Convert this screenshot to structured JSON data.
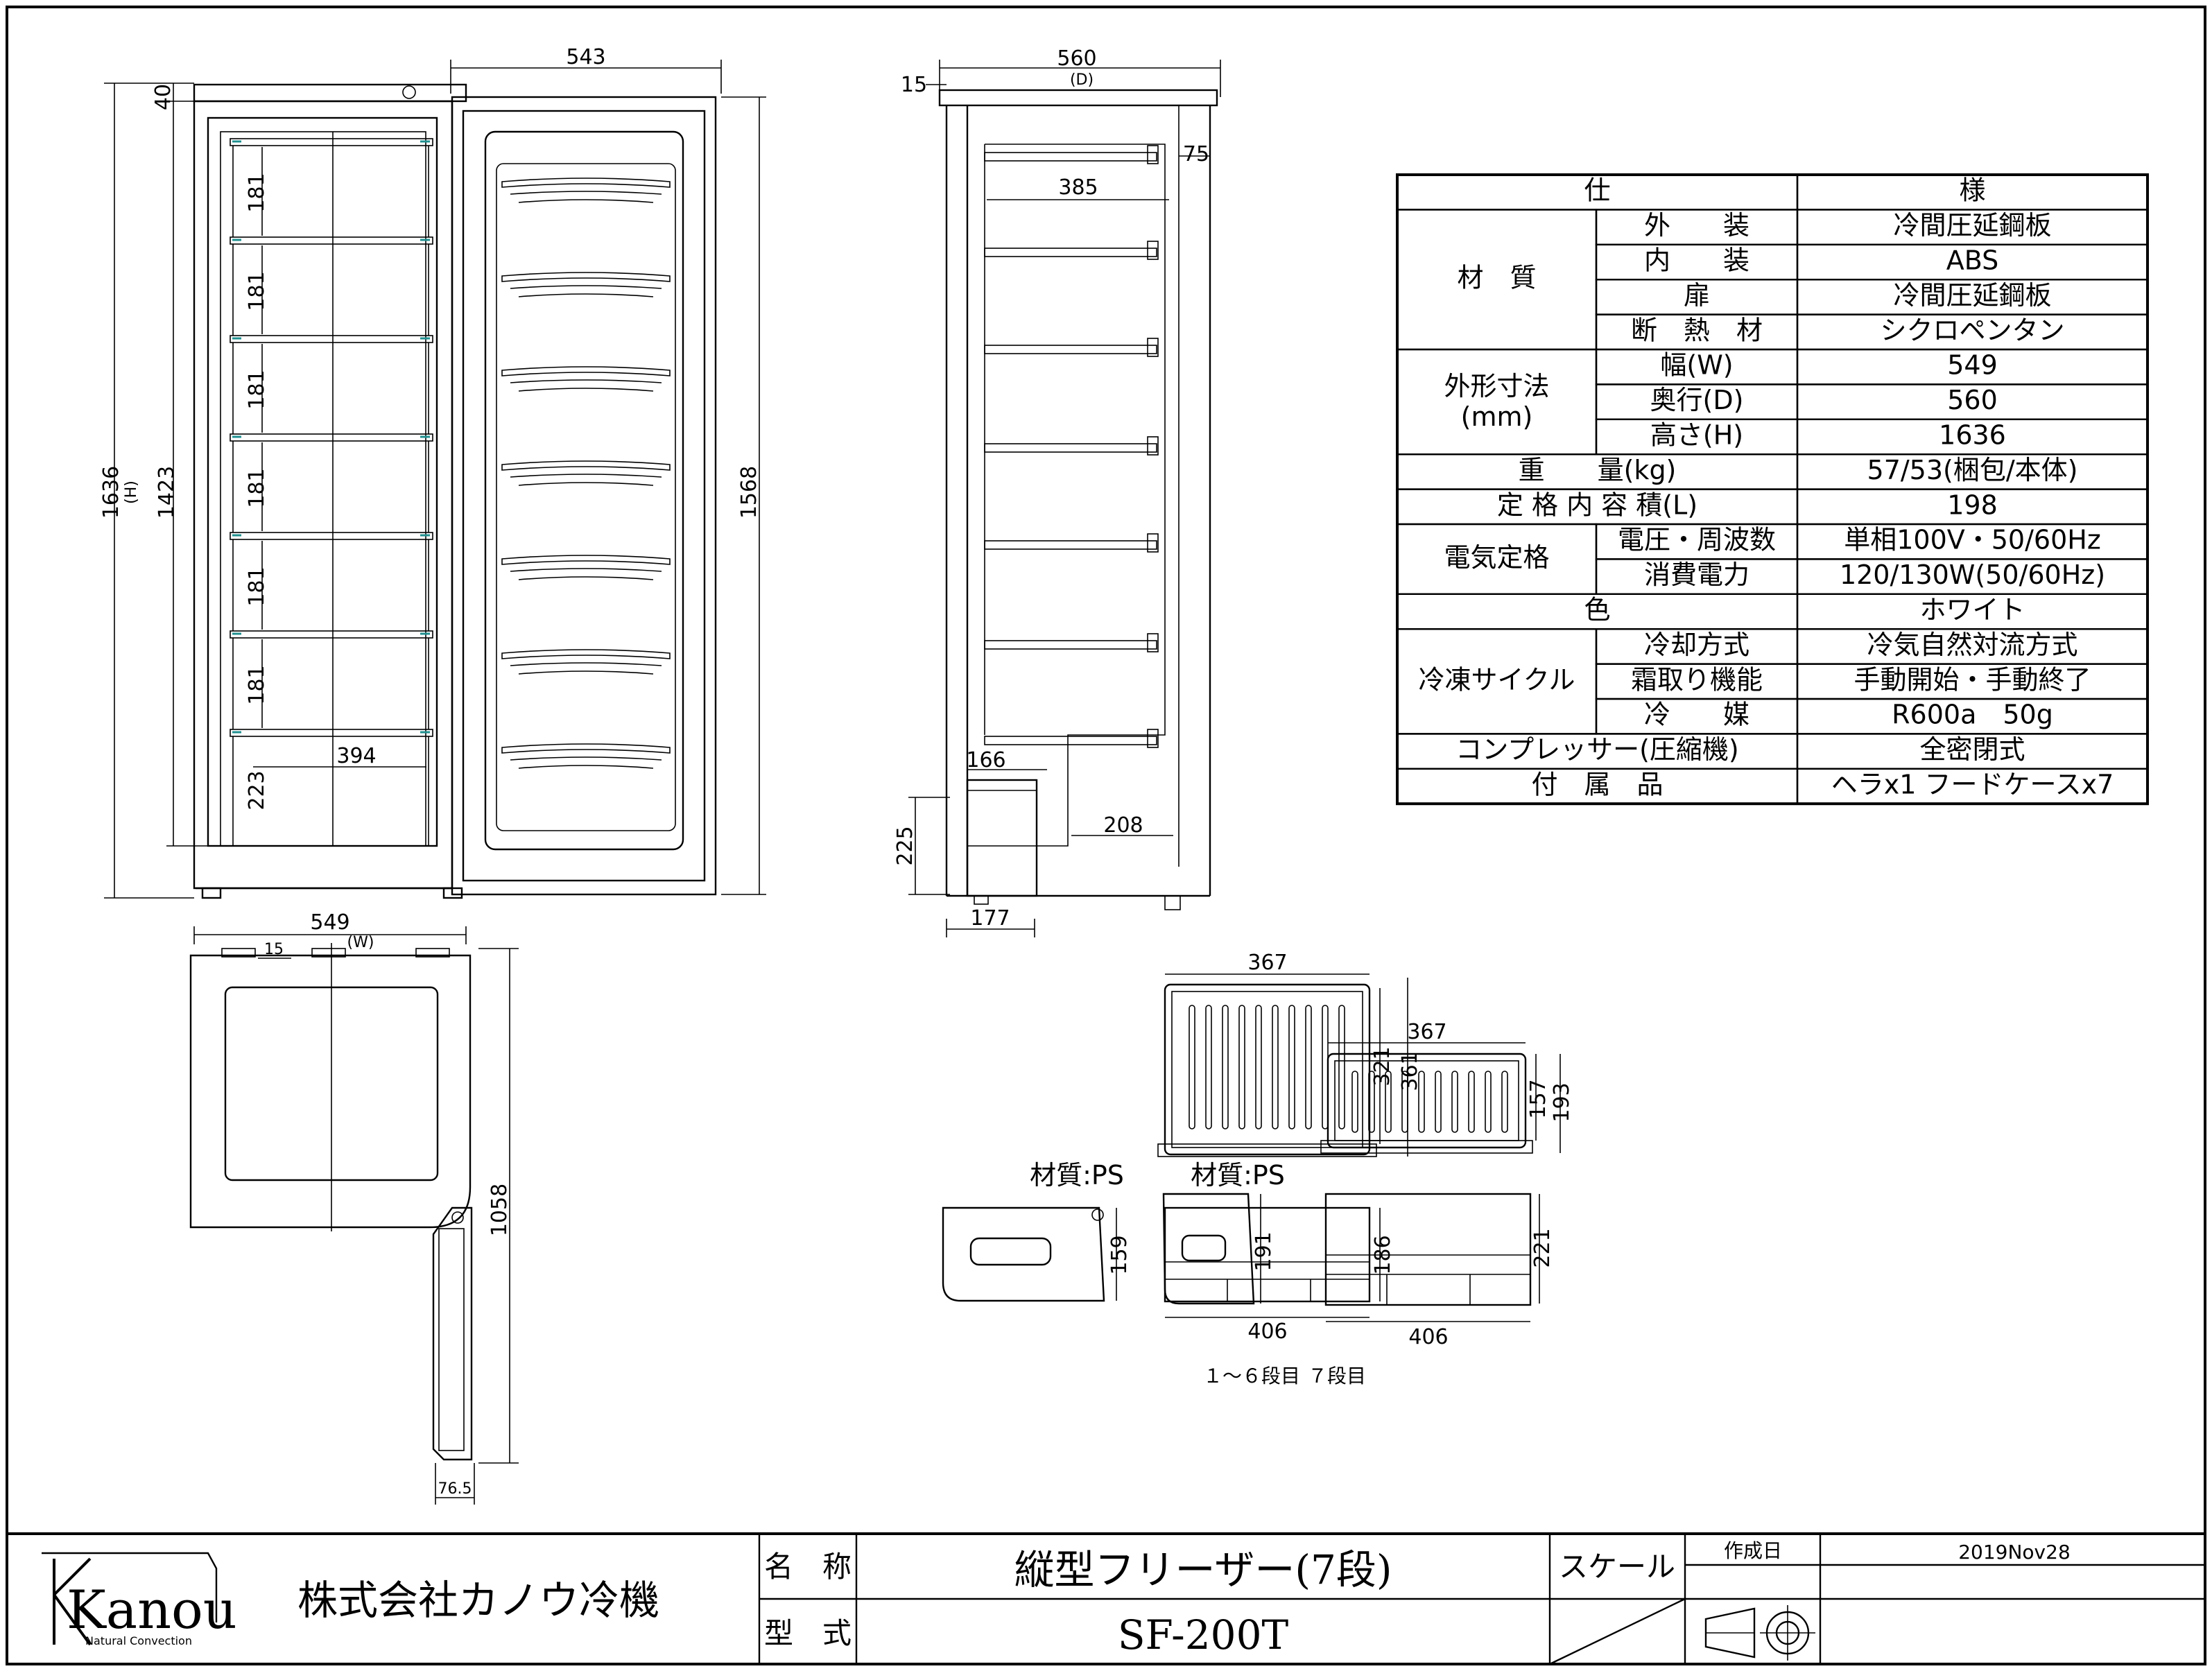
{
  "front_view": {
    "dims": {
      "top_lid": "40",
      "total_height": "1636",
      "total_height_sub": "(H)",
      "inner_height": "1423",
      "door_width": "543",
      "door_height": "1568",
      "shelf": "181",
      "bottom_shelf": "223",
      "inner_width": "394",
      "width": "549",
      "width_sub": "(W)"
    }
  },
  "side_view": {
    "dims": {
      "depth": "560",
      "depth_sub": "(D)",
      "top_offset": "15",
      "back_gap": "75",
      "basket_depth": "385",
      "comp_width": "166",
      "comp_height": "225",
      "bottom_basket": "208",
      "foot": "177"
    }
  },
  "top_view": {
    "dims": {
      "hinge": "15",
      "door_swing": "1058",
      "door_thickness": "76.5"
    }
  },
  "spec_table": {
    "header_left": "仕",
    "header_right": "様",
    "groups": [
      {
        "label": "材　質",
        "rows": [
          {
            "item": "外　　装",
            "value": "冷間圧延鋼板"
          },
          {
            "item": "内　　装",
            "value": "ABS"
          },
          {
            "item": "扉",
            "value": "冷間圧延鋼板"
          },
          {
            "item": "断　熱　材",
            "value": "シクロペンタン"
          }
        ]
      },
      {
        "label": "外形寸法",
        "label2": "(mm)",
        "rows": [
          {
            "item": "幅(W)",
            "value": "549"
          },
          {
            "item": "奥行(D)",
            "value": "560"
          },
          {
            "item": "高さ(H)",
            "value": "1636"
          }
        ]
      },
      {
        "full": "重　　量(kg)",
        "value": "57/53(梱包/本体)"
      },
      {
        "full": "定 格 内 容 積(L)",
        "value": "198"
      },
      {
        "label": "電気定格",
        "rows": [
          {
            "item": "電圧・周波数",
            "value": "単相100V・50/60Hz"
          },
          {
            "item": "消費電力",
            "value": "120/130W(50/60Hz)"
          }
        ]
      },
      {
        "full": "色",
        "value": "ホワイト"
      },
      {
        "label": "冷凍サイクル",
        "rows": [
          {
            "item": "冷却方式",
            "value": "冷気自然対流方式"
          },
          {
            "item": "霜取り機能",
            "value": "手動開始・手動終了"
          },
          {
            "item": "冷　　媒",
            "value": "R600a　50g"
          }
        ]
      },
      {
        "full": "コンプレッサー(圧縮機)",
        "value": "全密閉式"
      },
      {
        "full": "付　属　品",
        "value": "ヘラx1 フードケースx7"
      }
    ]
  },
  "case_7": {
    "material": "材質:PS",
    "width_top": "367",
    "h_inner": "157",
    "h_outer": "193",
    "side_height": "191",
    "front_height": "221",
    "width_bottom": "406",
    "caption": "７段目"
  },
  "case_1_6": {
    "material": "材質:PS",
    "width_top": "367",
    "h_inner": "321",
    "h_outer": "361",
    "side_height": "159",
    "front_height": "186",
    "width_bottom": "406",
    "caption": "１～６段目"
  },
  "title_block": {
    "logo": "Kanou",
    "logo_sub": "Natural Convection",
    "company": "株式会社カノウ冷機",
    "name_label": "名　称",
    "name_value": "縦型フリーザー(7段)",
    "model_label": "型　式",
    "model_value": "SF-200T",
    "scale_label": "スケール",
    "date_label": "作成日",
    "date_value": "2019Nov28"
  }
}
